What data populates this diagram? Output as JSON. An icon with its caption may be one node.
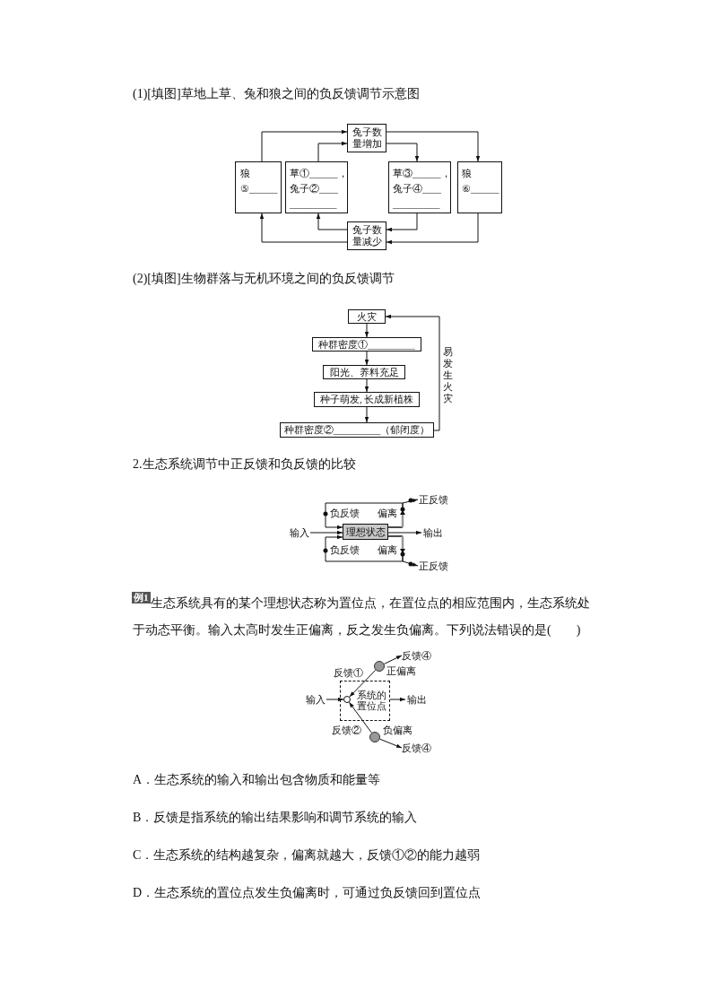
{
  "diagram": {
    "nodes": [
      {
        "text": [
          "兔子数量增加"
        ]
      },
      {
        "text": [
          "狼",
          "⑤______"
        ]
      },
      {
        "text": [
          "草①______，",
          "兔子②____",
          "__________"
        ]
      },
      {
        "text": [
          "草③______，",
          "兔子④____",
          "__________"
        ]
      },
      {
        "text": [
          "狼",
          "⑥______"
        ]
      },
      {
        "text": [
          "兔子数量减少"
        ]
      },
      {
        "text": [
          "火灾"
        ]
      },
      {
        "text": [
          "种群密度①__________"
        ]
      },
      {
        "text": [
          "阳光、养料充足"
        ]
      },
      {
        "text": [
          "种子萌发, 长成新植株"
        ]
      },
      {
        "text": [
          "种群密度②__________（郁闭度）"
        ]
      },
      {
        "text": [
          "输入"
        ]
      },
      {
        "text": [
          "理想状态"
        ]
      },
      {
        "text": [
          "输出"
        ]
      },
      {
        "text": [
          "正反馈"
        ]
      },
      {
        "text": [
          "正反馈"
        ]
      },
      {
        "text": [
          "输入"
        ]
      },
      {
        "text": [
          "系统的置位点"
        ]
      },
      {
        "text": [],
        "shape": "circle",
        "in": 17
      },
      {
        "text": [
          "输出"
        ]
      },
      {
        "text": [],
        "shape": "circle"
      },
      {
        "text": [
          "反馈④"
        ]
      },
      {
        "text": [],
        "shape": "circle"
      },
      {
        "text": [
          "反馈④"
        ]
      }
    ],
    "edges": [
      {
        "from": 1,
        "to": 0,
        "arrow": "to"
      },
      {
        "from": 2,
        "to": 0,
        "arrow": "to"
      },
      {
        "from": 0,
        "to": 3,
        "arrow": "to"
      },
      {
        "from": 0,
        "to": 4,
        "arrow": "to"
      },
      {
        "from": 3,
        "to": 5,
        "arrow": "to"
      },
      {
        "from": 4,
        "to": 5,
        "arrow": "to"
      },
      {
        "from": 5,
        "to": 2,
        "arrow": "to"
      },
      {
        "from": 5,
        "to": 1,
        "arrow": "to"
      },
      {
        "from": 6,
        "to": 7,
        "arrow": "to"
      },
      {
        "from": 7,
        "to": 8,
        "arrow": "to"
      },
      {
        "from": 8,
        "to": 9,
        "arrow": "to"
      },
      {
        "from": 9,
        "to": 10,
        "arrow": "to"
      },
      {
        "from": 10,
        "to": 6,
        "arrow": "to",
        "label": "易发生火灾"
      },
      {
        "from": 11,
        "to": 12,
        "arrow": "to"
      },
      {
        "from": 12,
        "to": 13,
        "arrow": "to"
      },
      {
        "from": 12,
        "to": 12,
        "arrow": "to"
      },
      {
        "from": 12,
        "to": 14,
        "arrow": "to"
      },
      {
        "from": 12,
        "to": 12,
        "arrow": "to"
      },
      {
        "from": 12,
        "to": 15,
        "arrow": "to"
      },
      {
        "from": 16,
        "to": 18,
        "arrow": "to"
      },
      {
        "from": 17,
        "to": 19,
        "arrow": "to"
      },
      {
        "from": 20,
        "to": 18,
        "arrow": "to",
        "label": "反馈①"
      },
      {
        "from": 20,
        "to": 21,
        "arrow": "to"
      },
      {
        "from": 22,
        "to": 18,
        "arrow": "to",
        "label": "反馈②"
      },
      {
        "from": 22,
        "to": 23,
        "arrow": "to"
      }
    ],
    "labels": [
      "(1)[填图]草地上草、兔和狼之间的负反馈调节示意图",
      "(2)[填图]生物群落与无机环境之间的负反馈调节",
      "2.生态系统调节中正反馈和负反馈的比较",
      "负反馈",
      "偏离",
      "负反馈",
      "偏离",
      "例1",
      "生态系统具有的某个理想状态称为置位点，在置位点的相应范围内，生态系统处于动态平衡。输入太高时发生正偏离，反之发生负偏离。下列说法错误的是(　　)",
      "正偏离",
      "负偏离",
      "A．生态系统的输入和输出包含物质和能量等",
      "B．反馈是指系统的输出结果影响和调节系统的输入",
      "C．生态系统的结构越复杂，偏离就越大，反馈①②的能力越弱",
      "D．生态系统的置位点发生负偏离时，可通过负反馈回到置位点"
    ]
  }
}
